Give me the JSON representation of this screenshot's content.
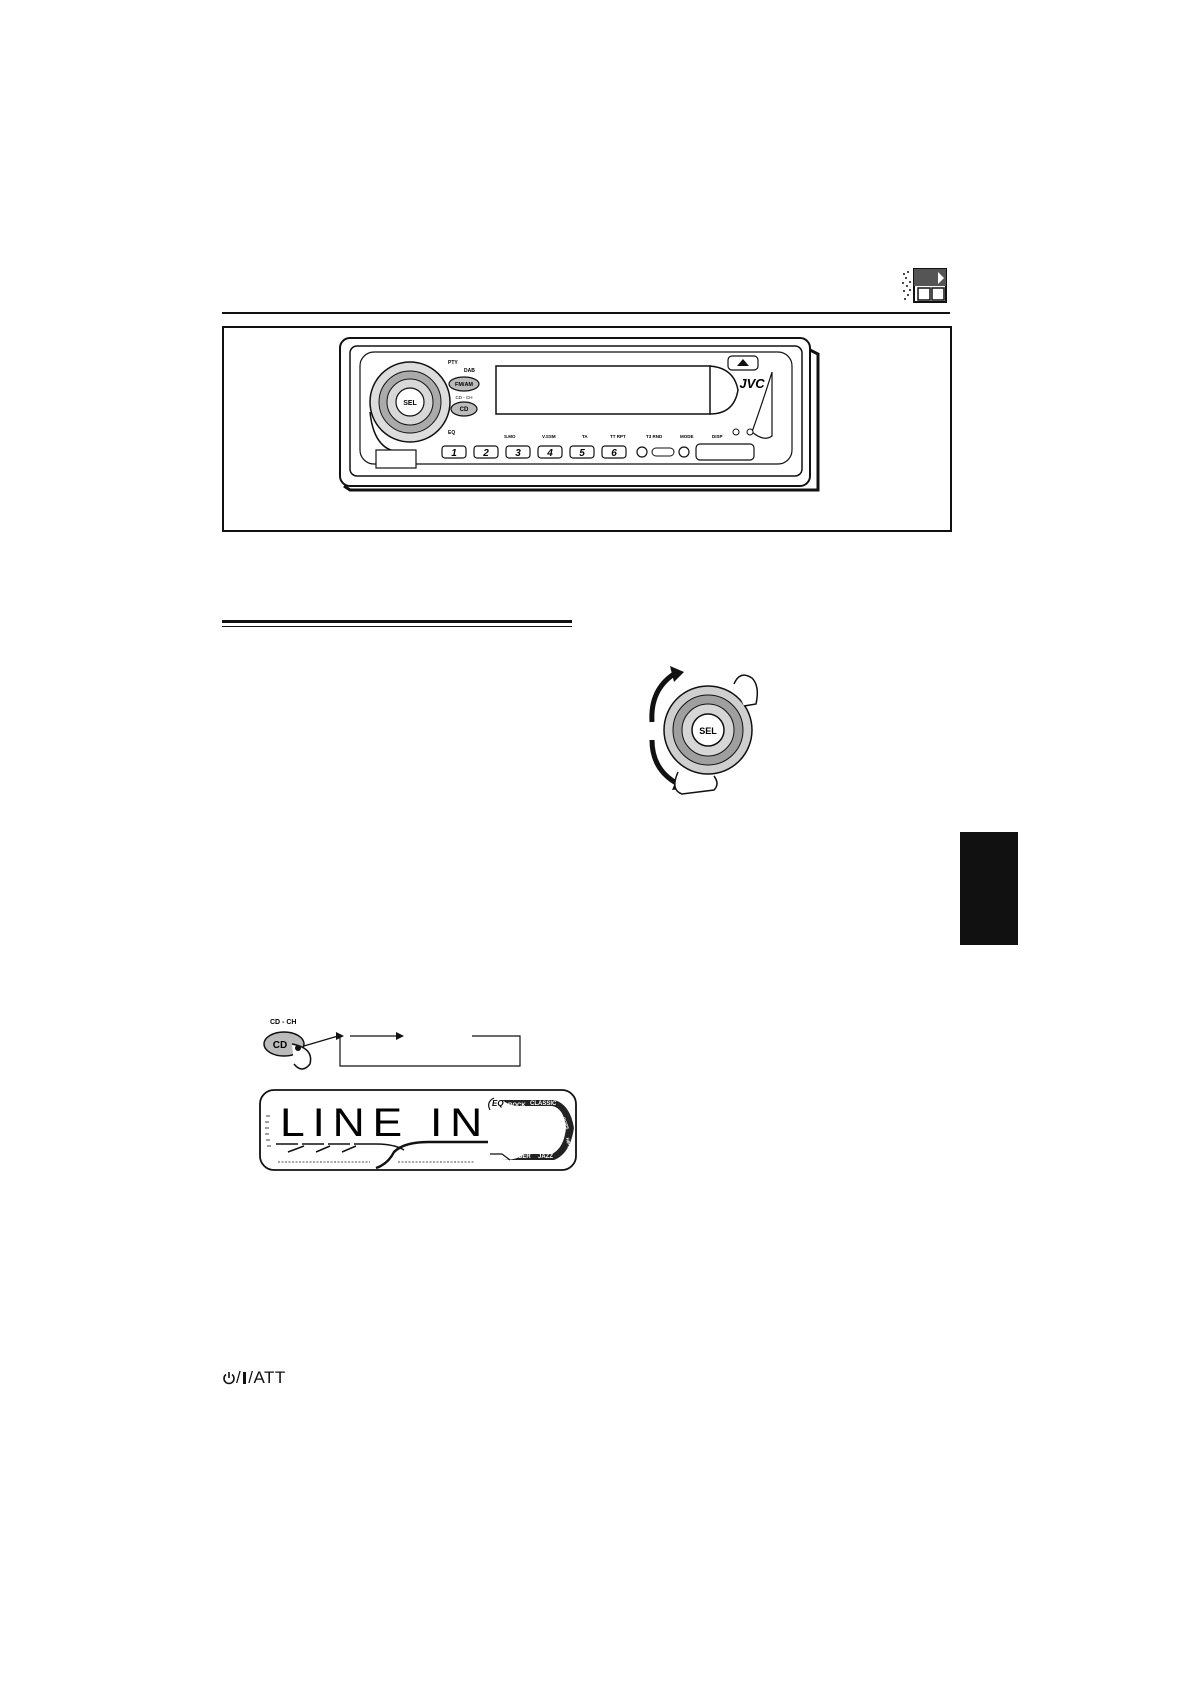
{
  "unit": {
    "brand": "JVC",
    "buttons": {
      "sel": "SEL",
      "fm_am": "FM/AM",
      "cd": "CD",
      "dab": "DAB",
      "pty": "PTY",
      "cd_ch": "CD - CH",
      "eq": "EQ"
    },
    "preset_labels": [
      "1",
      "2",
      "3",
      "4",
      "5",
      "6"
    ],
    "function_labels": [
      "S.MO",
      "V.SSM",
      "TA",
      "TT RPT",
      "T3 RND"
    ],
    "mode": "MODE",
    "disp": "DISP"
  },
  "knob": {
    "sel": "SEL"
  },
  "cd_button": {
    "cd_ch": "CD - CH",
    "cd": "CD"
  },
  "display": {
    "text": "LINE IN",
    "eq_marker": "EQ",
    "eq_modes_top": [
      "ROCK",
      "CLASSIC"
    ],
    "eq_modes_bottom": [
      "USER",
      "JAZZ"
    ],
    "eq_side": [
      "POPS",
      "HIP HOP"
    ]
  },
  "footer": {
    "att_label": "ATT"
  }
}
